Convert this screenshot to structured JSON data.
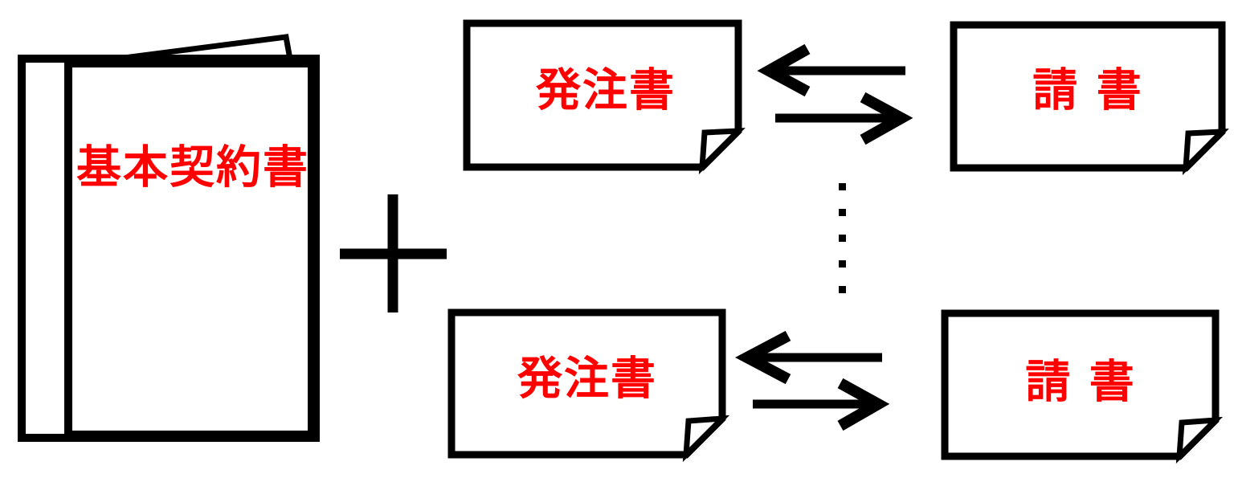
{
  "colors": {
    "background": "#ffffff",
    "line": "#000000",
    "label": "#ff0000"
  },
  "documents": {
    "book": "基本契約書",
    "order_top": "発注書",
    "acceptance_top": "請 書",
    "order_bottom": "発注書",
    "acceptance_bottom": "請 書"
  },
  "icons": {
    "plus": "plus-sign",
    "exchange_arrows_top": "bidirectional-horizontal-arrows",
    "exchange_arrows_bottom": "bidirectional-horizontal-arrows",
    "repetition": "vertical-dotted-line",
    "folded_corner": "dog-ear-corner",
    "flipped_page": "page-flip"
  }
}
